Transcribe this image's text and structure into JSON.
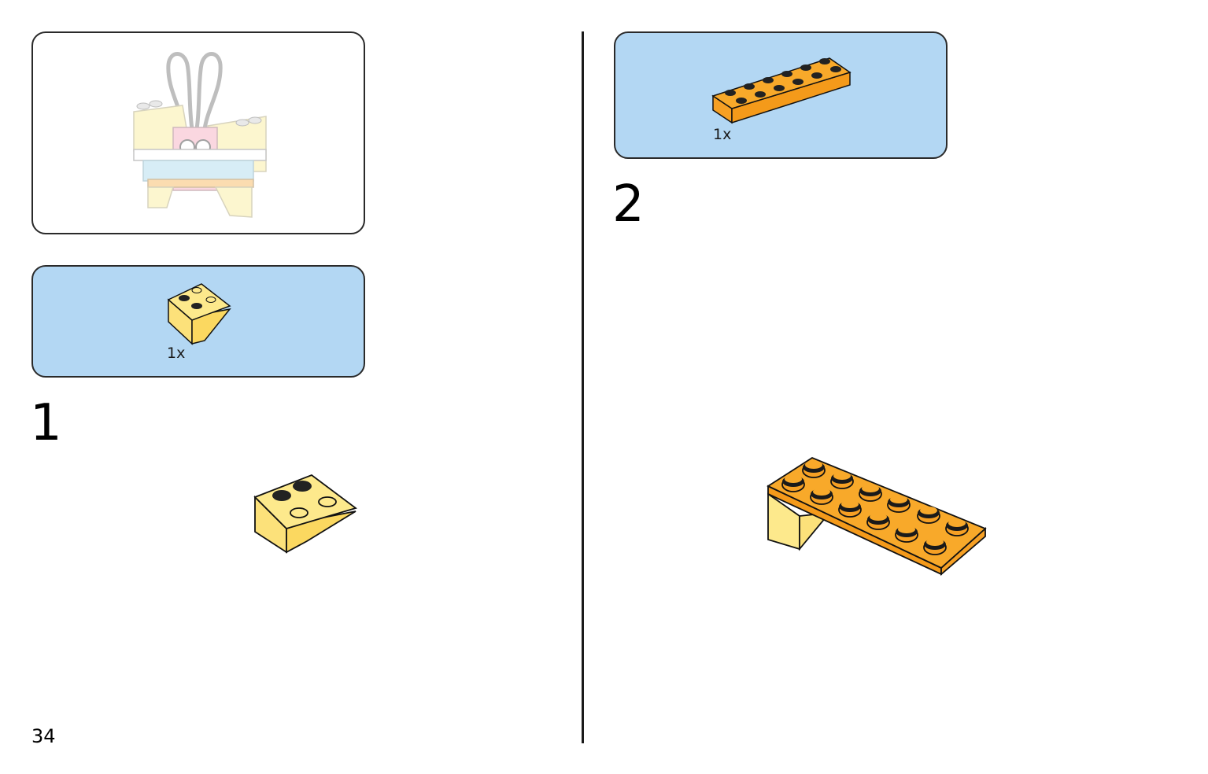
{
  "page": {
    "number": "34"
  },
  "colors": {
    "parts_bg": "#b3d7f3",
    "bright_light_yellow": "#fde98c",
    "bright_light_orange": "#f8a92a"
  },
  "steps": [
    {
      "number": "1",
      "parts": [
        {
          "name": "inverted-slope-2x2-icon",
          "qty": "1x"
        }
      ]
    },
    {
      "number": "2",
      "parts": [
        {
          "name": "plate-2x6-icon",
          "qty": "1x"
        }
      ]
    }
  ]
}
